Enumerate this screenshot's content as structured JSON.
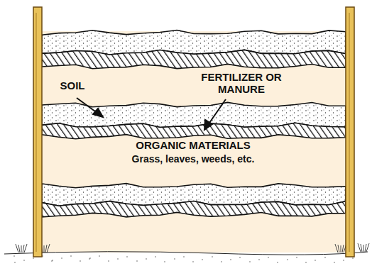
{
  "diagram": {
    "labels": [
      "SOIL",
      "FERTILIZER OR MANURE",
      "ORGANIC MATERIALS",
      "Grass, leaves, weeds, etc."
    ]
  }
}
